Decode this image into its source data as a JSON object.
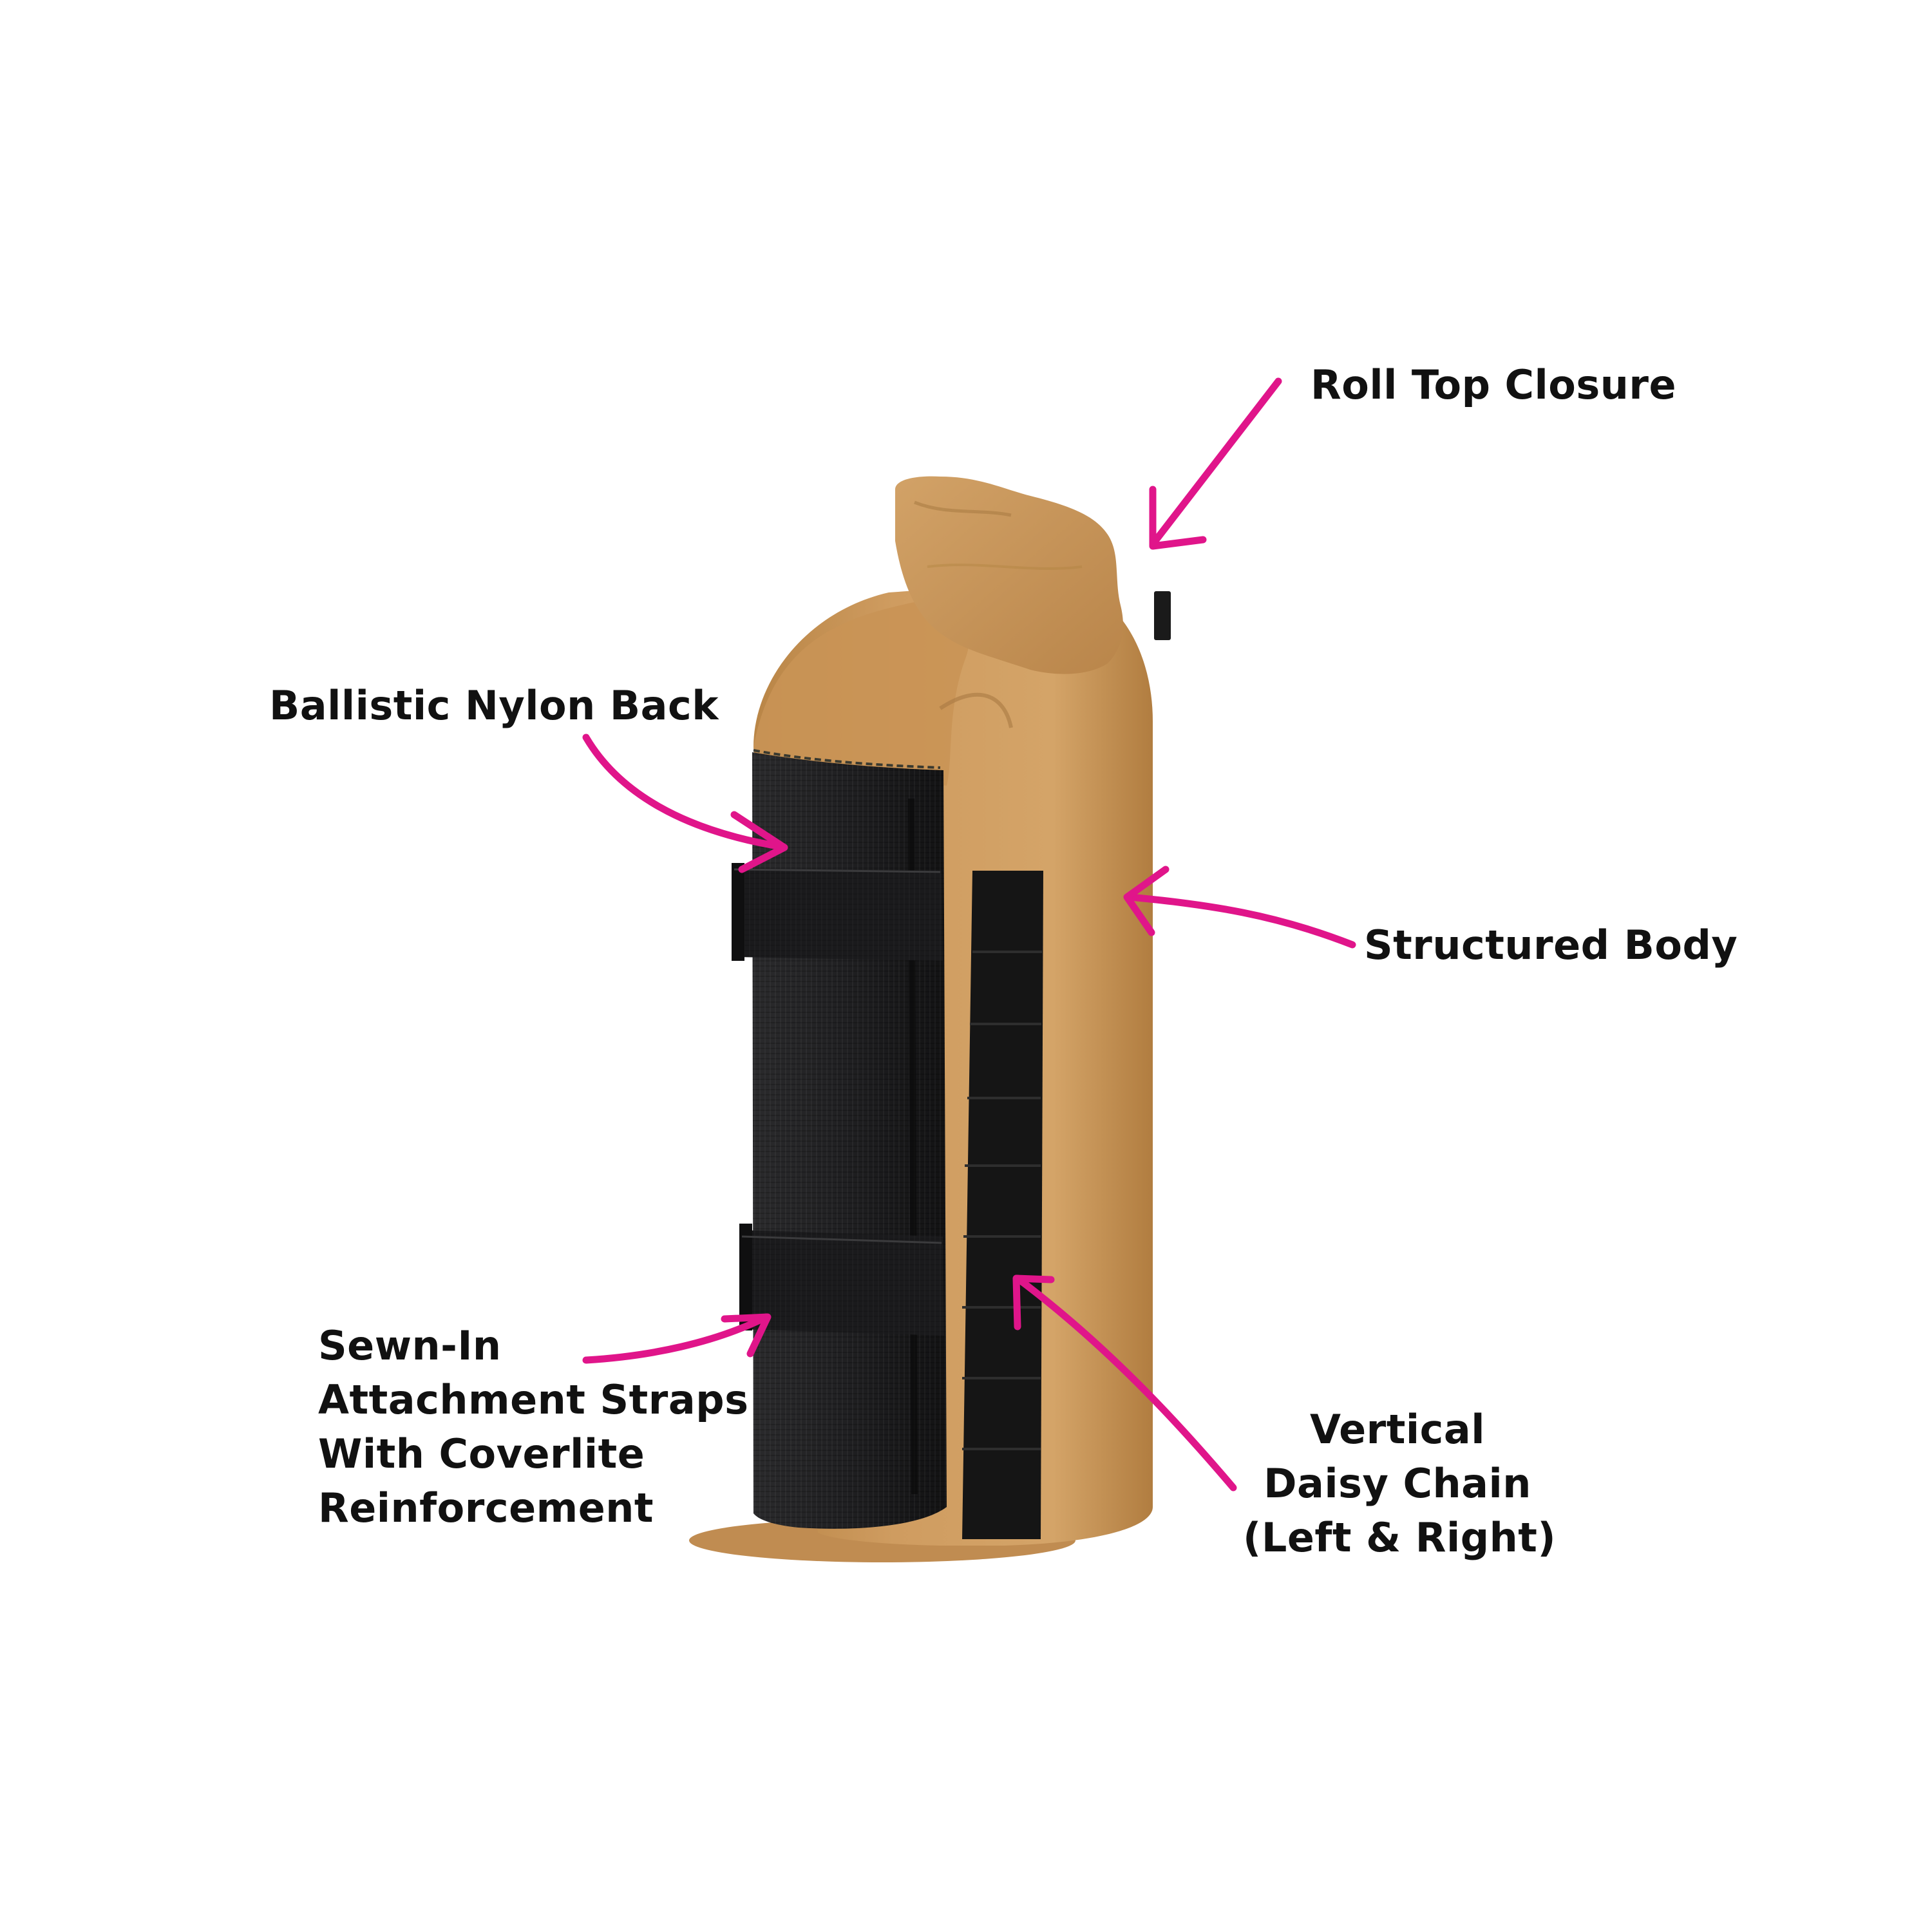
{
  "image": {
    "subject": "Roll-top bottle/stem bag product diagram",
    "background": "#ffffff",
    "colors": {
      "accent_arrows": "#e0158a",
      "bag_tan": "#c9955a",
      "bag_tan_shadow": "#a8783f",
      "bag_tan_highlight": "#d9aa70",
      "ballistic_black": "#1c1c1e",
      "strap_black": "#141414",
      "text": "#111111"
    }
  },
  "callouts": [
    {
      "id": "roll-top",
      "lines": [
        "Roll Top Closure"
      ]
    },
    {
      "id": "ballistic-back",
      "lines": [
        "Ballistic Nylon Back"
      ]
    },
    {
      "id": "structured-body",
      "lines": [
        "Structured Body"
      ]
    },
    {
      "id": "straps",
      "lines": [
        "Sewn-In",
        "Attachment Straps",
        "With Coverlite",
        "Reinforcement"
      ]
    },
    {
      "id": "daisy-chain",
      "lines": [
        "Vertical",
        "Daisy Chain",
        "(Left & Right)"
      ]
    }
  ]
}
